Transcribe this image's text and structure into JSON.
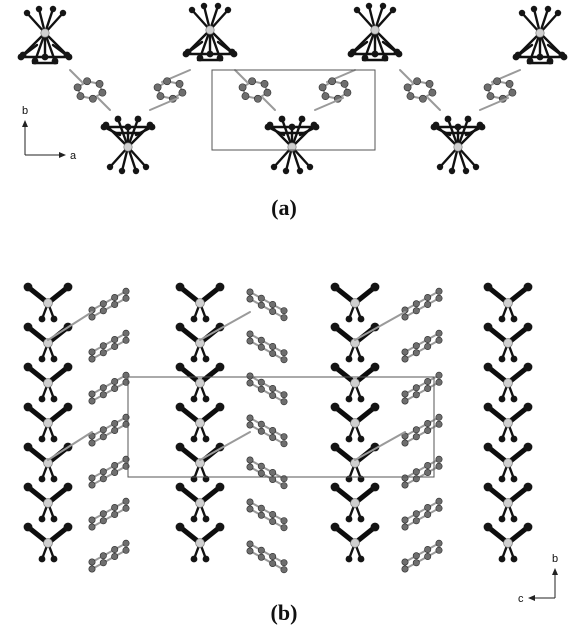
{
  "panels": [
    {
      "id": "a",
      "label": "(a)",
      "axes": {
        "vertical": "b",
        "horizontal": "a"
      }
    },
    {
      "id": "b",
      "label": "(b)",
      "axes": {
        "vertical": "b",
        "horizontal": "c"
      }
    }
  ],
  "colors": {
    "metal_atom": "#cfcfcf",
    "dark_atom": "#151515",
    "ring_atom": "#6e6e6e",
    "unit_cell": "#555555"
  }
}
